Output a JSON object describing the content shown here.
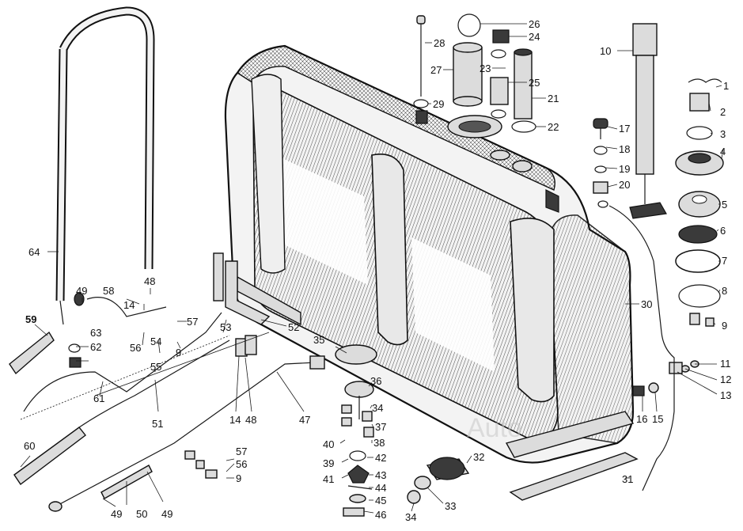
{
  "diagram": {
    "watermark": "Auto",
    "labels": [
      "1",
      "2",
      "3",
      "4",
      "5",
      "6",
      "7",
      "8",
      "9",
      "10",
      "11",
      "12",
      "13",
      "14",
      "15",
      "16",
      "17",
      "18",
      "19",
      "20",
      "21",
      "22",
      "23",
      "24",
      "25",
      "26",
      "27",
      "28",
      "29",
      "30",
      "31",
      "32",
      "33",
      "34",
      "35",
      "36",
      "37",
      "38",
      "39",
      "40",
      "41",
      "42",
      "43",
      "44",
      "45",
      "46",
      "47",
      "48",
      "49",
      "50",
      "51",
      "52",
      "53",
      "54",
      "55",
      "56",
      "57",
      "58",
      "59",
      "60",
      "61",
      "62",
      "63",
      "64"
    ]
  },
  "callouts": [
    {
      "text": "1"
    },
    {
      "text": "2"
    },
    {
      "text": "3"
    },
    {
      "text": "4"
    },
    {
      "text": "5"
    },
    {
      "text": "6"
    },
    {
      "text": "7"
    },
    {
      "text": "8"
    },
    {
      "text": "9"
    },
    {
      "text": "10"
    },
    {
      "text": "11"
    },
    {
      "text": "12"
    },
    {
      "text": "13"
    },
    {
      "text": "16"
    },
    {
      "text": "15"
    },
    {
      "text": "17"
    },
    {
      "text": "18"
    },
    {
      "text": "19"
    },
    {
      "text": "20"
    },
    {
      "text": "21"
    },
    {
      "text": "22"
    },
    {
      "text": "23"
    },
    {
      "text": "24"
    },
    {
      "text": "25"
    },
    {
      "text": "26"
    },
    {
      "text": "27"
    },
    {
      "text": "28"
    },
    {
      "text": "29"
    },
    {
      "text": "30"
    },
    {
      "text": "31"
    },
    {
      "text": "32"
    },
    {
      "text": "33"
    },
    {
      "text": "34"
    },
    {
      "text": "35"
    },
    {
      "text": "36"
    },
    {
      "text": "34"
    },
    {
      "text": "37"
    },
    {
      "text": "38"
    },
    {
      "text": "39"
    },
    {
      "text": "40"
    },
    {
      "text": "41"
    },
    {
      "text": "42"
    },
    {
      "text": "43"
    },
    {
      "text": "44"
    },
    {
      "text": "45"
    },
    {
      "text": "46"
    },
    {
      "text": "47"
    },
    {
      "text": "48"
    },
    {
      "text": "14"
    },
    {
      "text": "49"
    },
    {
      "text": "50"
    },
    {
      "text": "49"
    },
    {
      "text": "51"
    },
    {
      "text": "52"
    },
    {
      "text": "53"
    },
    {
      "text": "54"
    },
    {
      "text": "55"
    },
    {
      "text": "56"
    },
    {
      "text": "57"
    },
    {
      "text": "9"
    },
    {
      "text": "57"
    },
    {
      "text": "56"
    },
    {
      "text": "9"
    },
    {
      "text": "58"
    },
    {
      "text": "48"
    },
    {
      "text": "14"
    },
    {
      "text": "49"
    },
    {
      "text": "59"
    },
    {
      "text": "60"
    },
    {
      "text": "61"
    },
    {
      "text": "62"
    },
    {
      "text": "63"
    },
    {
      "text": "64"
    }
  ]
}
